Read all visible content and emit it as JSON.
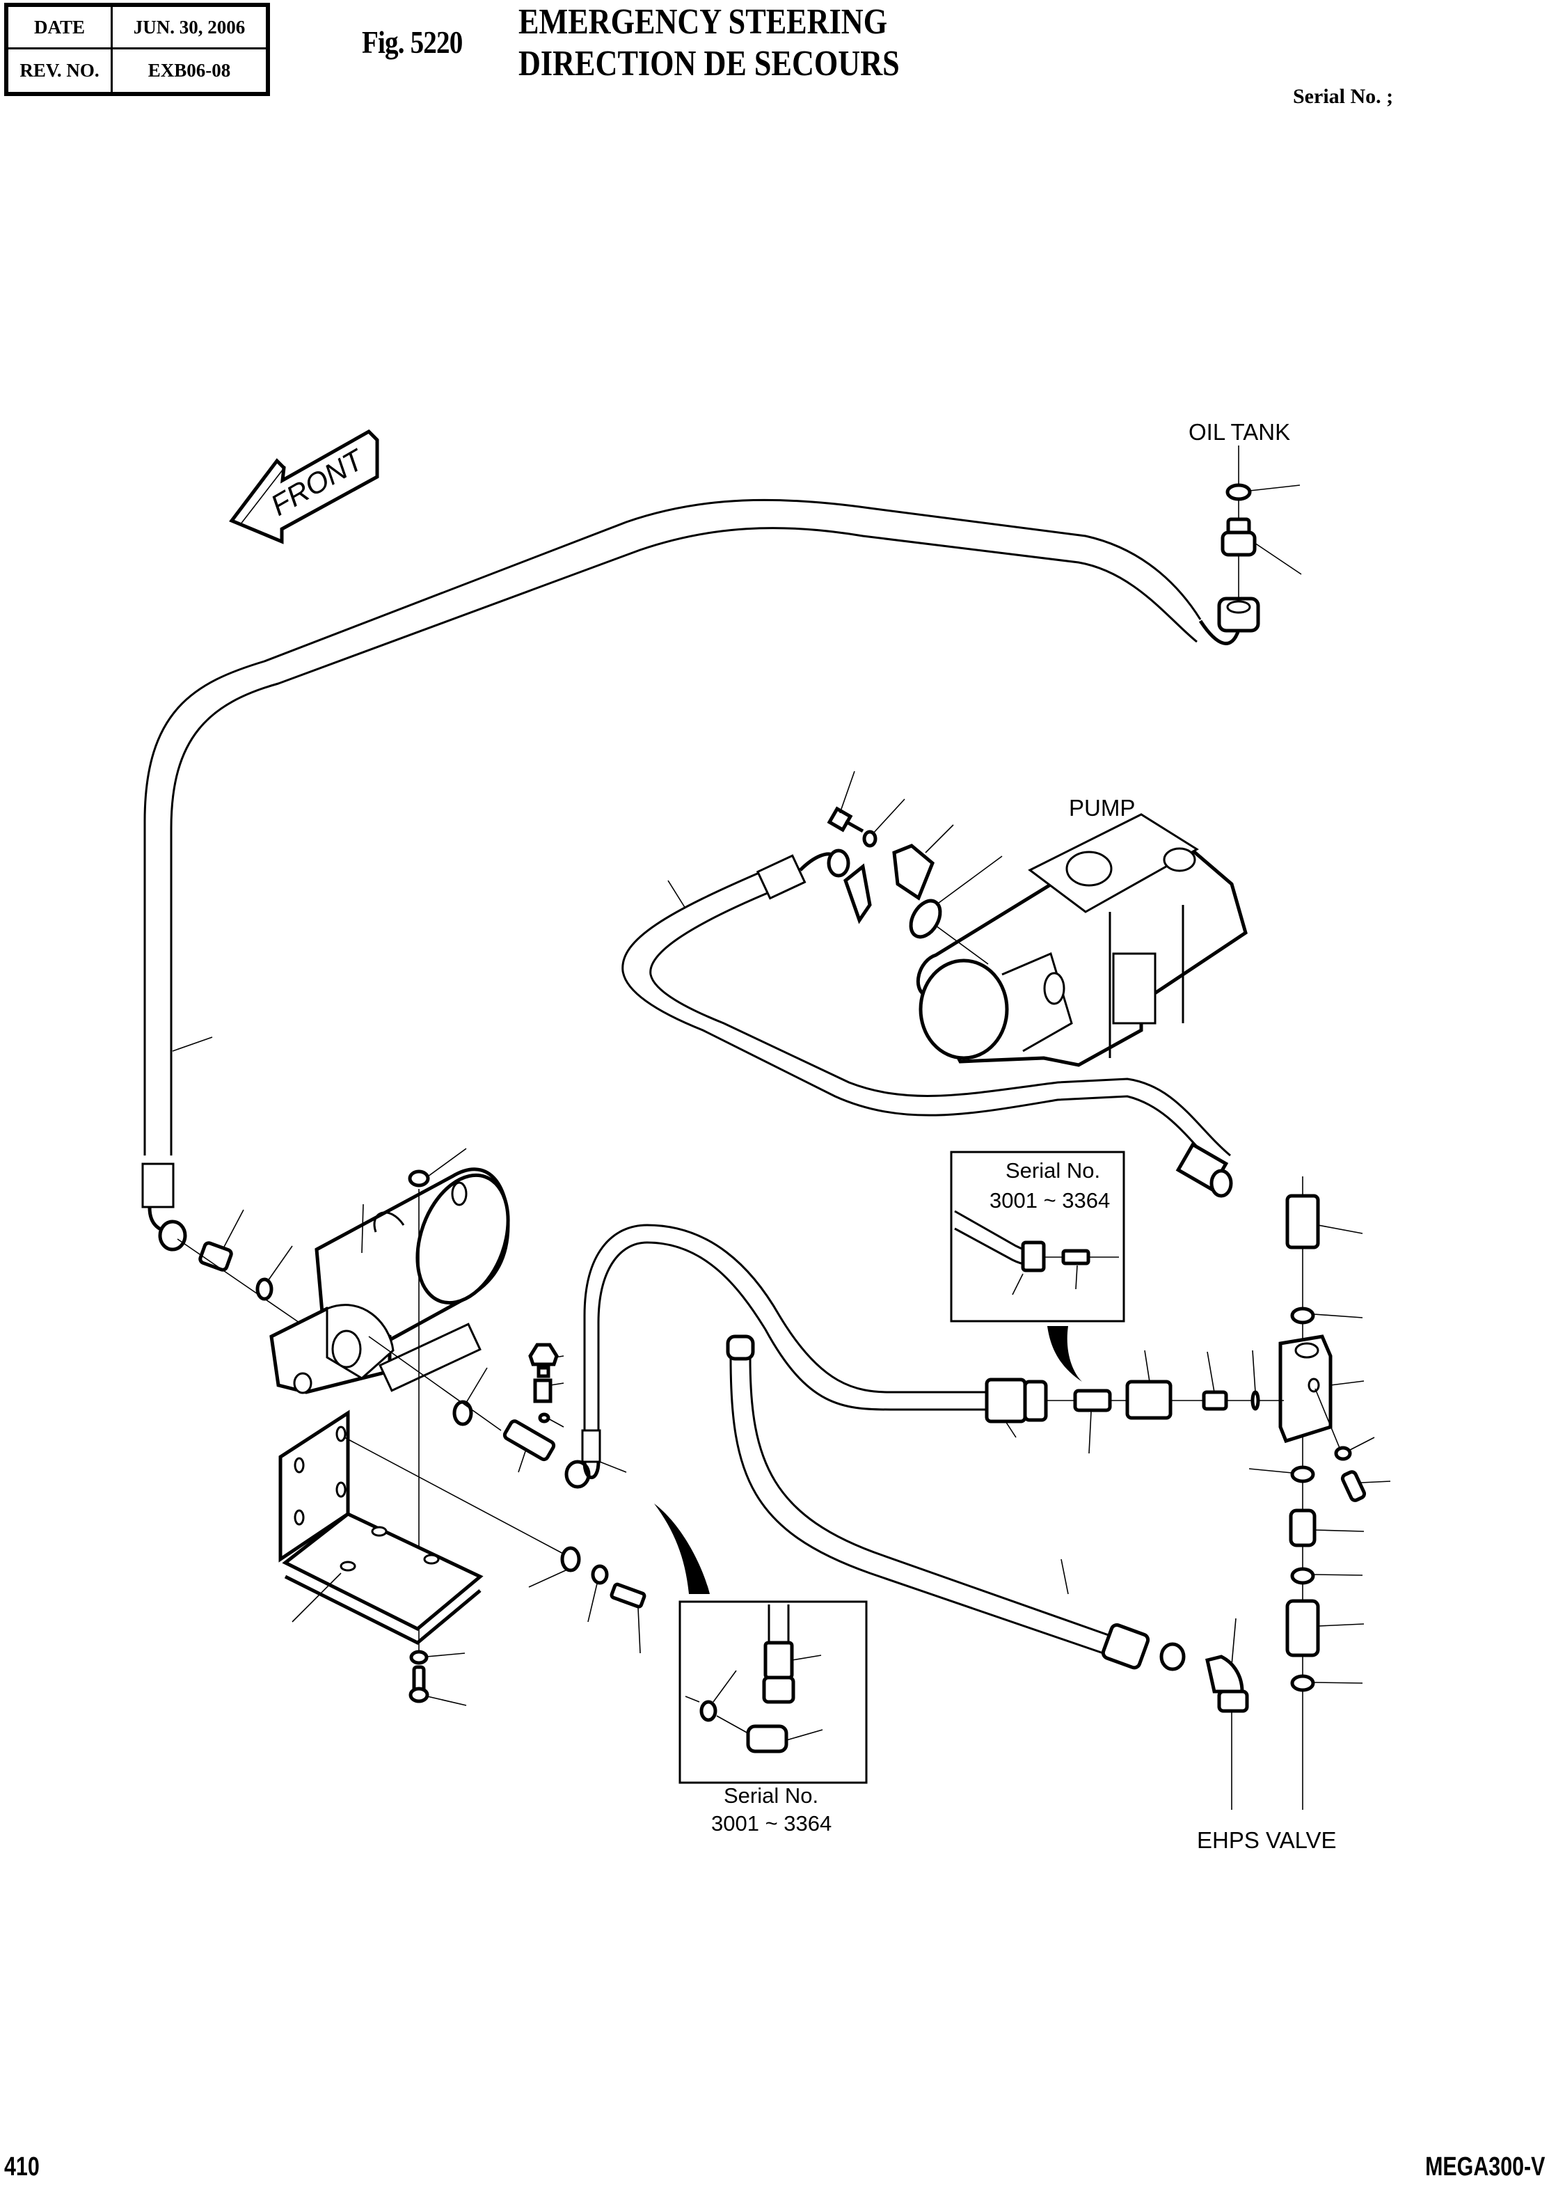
{
  "header": {
    "date_label": "DATE",
    "date_value": "JUN. 30, 2006",
    "rev_label": "REV. NO.",
    "rev_value": "EXB06-08",
    "figure": "Fig. 5220",
    "title_en": "EMERGENCY STEERING",
    "title_fr": "DIRECTION DE SECOURS",
    "serial": "Serial No. ;"
  },
  "diagram": {
    "front_arrow": "FRONT",
    "labels": {
      "oil_tank": "OIL TANK",
      "pump": "PUMP",
      "ehps_valve": "EHPS VALVE"
    },
    "insets": [
      {
        "serial_label": "Serial No.",
        "serial_range": "3001 ~ 3364"
      },
      {
        "serial_label": "Serial No.",
        "serial_range": "3001 ~ 3364"
      }
    ]
  },
  "footer": {
    "page": "410",
    "model": "MEGA300-V"
  }
}
